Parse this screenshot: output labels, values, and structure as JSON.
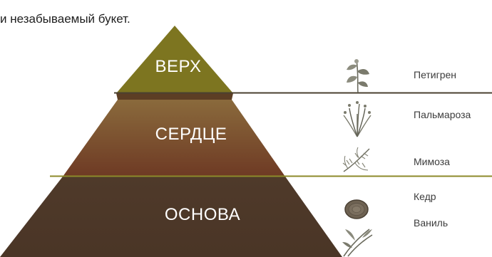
{
  "intro": {
    "line1": "и незабываемый букет."
  },
  "pyramid": {
    "tiers": [
      {
        "label": "ВЕРХ",
        "color": "#7d7520"
      },
      {
        "label": "СЕРДЦЕ",
        "color": "#7a4a2c"
      },
      {
        "label": "ОСНОВА",
        "color": "#4b3626"
      }
    ]
  },
  "ingredients": [
    {
      "name": "Петигрен",
      "icon": "petitgrain-sprig-icon"
    },
    {
      "name": "Пальмароза",
      "icon": "palmarosa-grass-icon"
    },
    {
      "name": "Мимоза",
      "icon": "mimosa-branch-icon"
    },
    {
      "name": "Кедр",
      "icon": "cedar-wood-slice-icon"
    },
    {
      "name": "Ваниль",
      "icon": "vanilla-pods-icon"
    }
  ],
  "colors": {
    "divider_top": "#4a4030",
    "divider_bottom": "#8c8a2a",
    "label_text": "#ffffff"
  }
}
